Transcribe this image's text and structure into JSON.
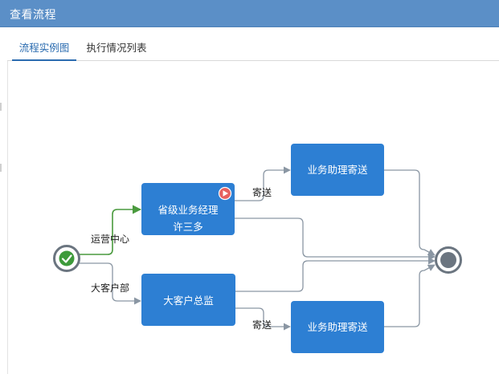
{
  "window": {
    "title": "查看流程"
  },
  "tabs": [
    {
      "label": "流程实例图",
      "active": true
    },
    {
      "label": "执行情况列表",
      "active": false
    }
  ],
  "flow": {
    "nodes": {
      "provincial_manager": {
        "title": "省级业务经理",
        "assignee": "许三多",
        "status": "running"
      },
      "key_account_director": {
        "title": "大客户总监"
      },
      "assistant_send_top": {
        "title": "业务助理寄送"
      },
      "assistant_send_bottom": {
        "title": "业务助理寄送"
      }
    },
    "edges": {
      "to_provincial": "运营中心",
      "to_key_account": "大客户部",
      "send_top": "寄送",
      "send_bottom": "寄送"
    },
    "colors": {
      "task_fill": "#2d7fd3",
      "completed_edge": "#4a9a3e",
      "edge": "#8a96a3",
      "start_fill": "#3d9a3a",
      "running_badge": "#e7605f",
      "end_ring": "#6b7580",
      "title_bar": "#5b8fc7"
    }
  }
}
